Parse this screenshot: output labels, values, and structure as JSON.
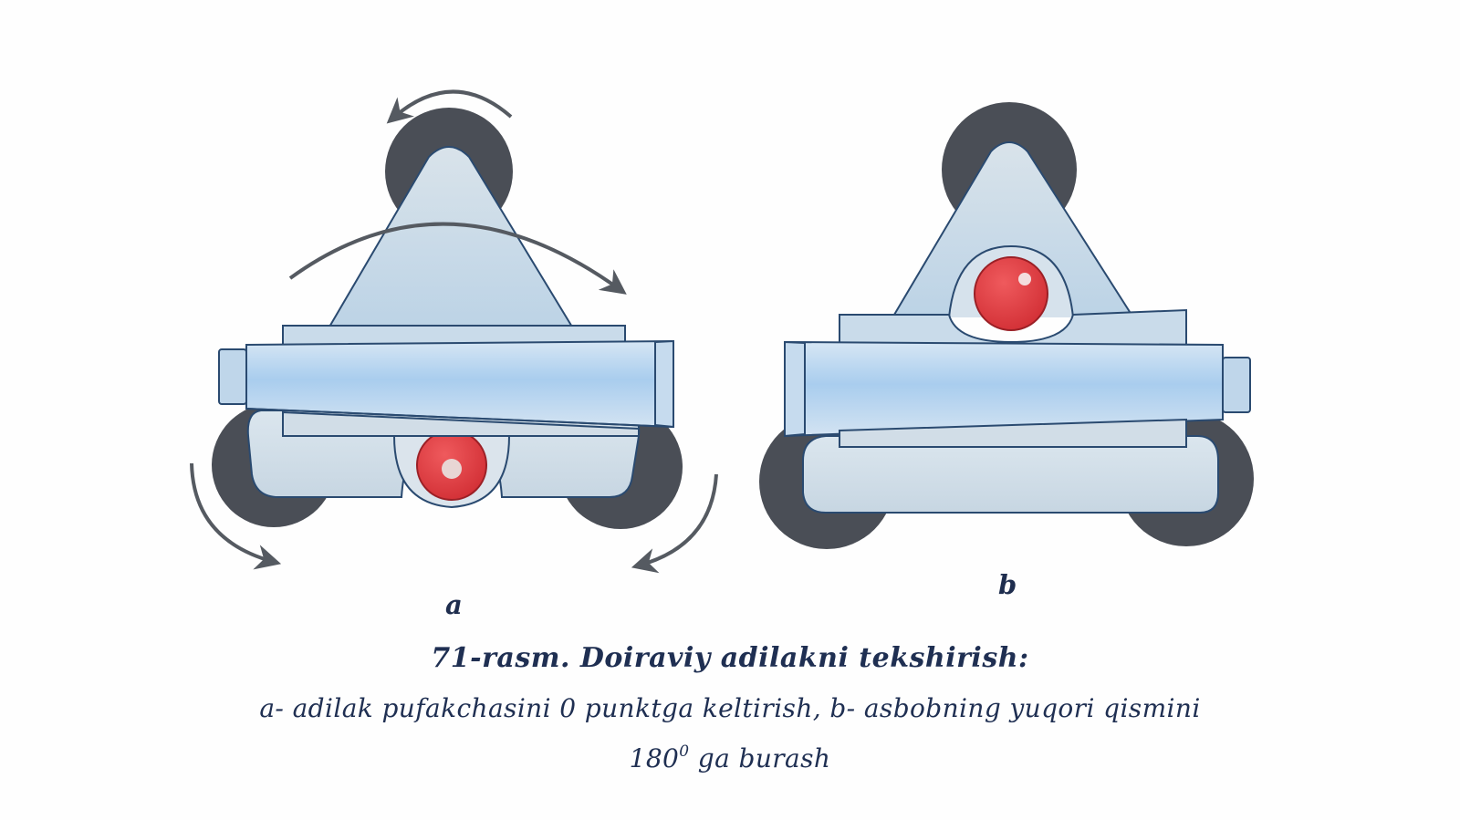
{
  "panels": {
    "a": {
      "label": "a"
    },
    "b": {
      "label": "b"
    }
  },
  "caption": {
    "title": "71-rasm. Doiraviy adilakni tekshirish:",
    "line1": "a- adilak pufakchasini 0 punktga keltirish, b- asbobning yuqori qismini",
    "line2_number": "180",
    "line2_superscript": "0",
    "line2_rest": " ga burash"
  },
  "colors": {
    "body_light": "#cfdbe6",
    "body_blue": "#b4d2ec",
    "outline": "#2a4a70",
    "knob": "#4a4e56",
    "bubble_red": "#de3a3f",
    "arrow": "#555a61",
    "caption_text": "#1f2f52"
  }
}
